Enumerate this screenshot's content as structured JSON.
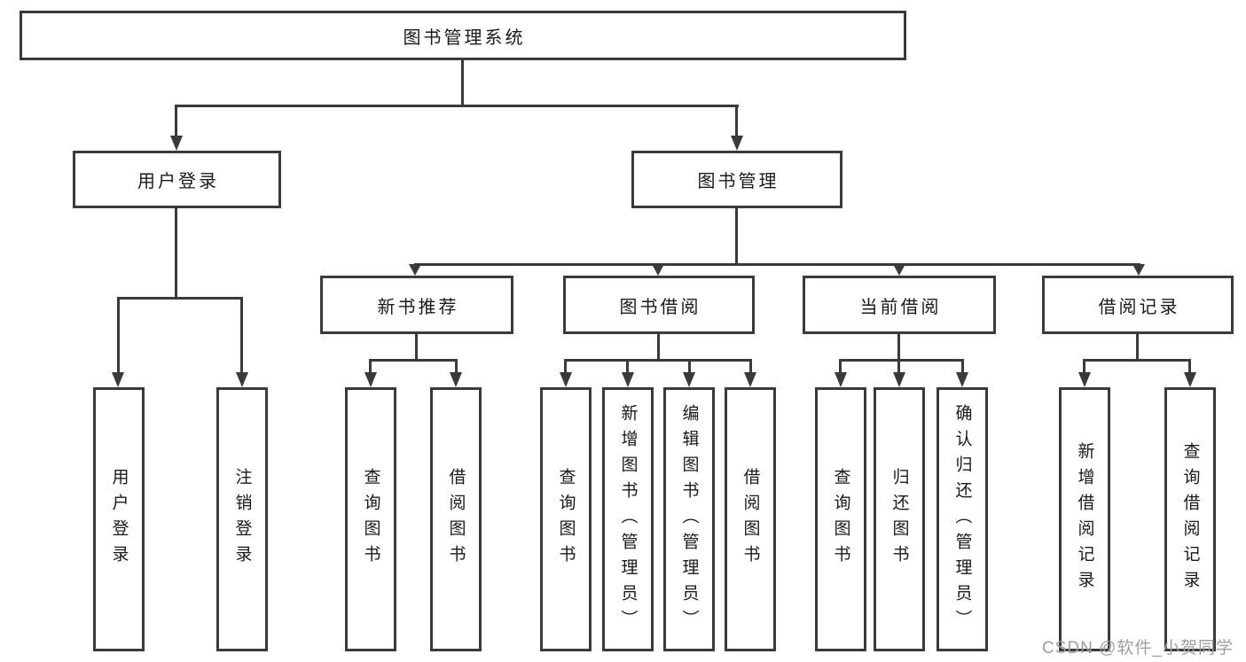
{
  "tree": {
    "label": "图书管理系统",
    "children": [
      {
        "label": "用户登录",
        "children": [
          {
            "label": "用户登录"
          },
          {
            "label": "注销登录"
          }
        ]
      },
      {
        "label": "图书管理",
        "children": [
          {
            "label": "新书推荐",
            "children": [
              {
                "label": "查询图书"
              },
              {
                "label": "借阅图书"
              }
            ]
          },
          {
            "label": "图书借阅",
            "children": [
              {
                "label": "查询图书"
              },
              {
                "label": "新增图书（管理员）"
              },
              {
                "label": "编辑图书（管理员）"
              },
              {
                "label": "借阅图书"
              }
            ]
          },
          {
            "label": "当前借阅",
            "children": [
              {
                "label": "查询图书"
              },
              {
                "label": "归还图书"
              },
              {
                "label": "确认归还（管理员）"
              }
            ]
          },
          {
            "label": "借阅记录",
            "children": [
              {
                "label": "新增借阅记录"
              },
              {
                "label": "查询借阅记录"
              }
            ]
          }
        ]
      }
    ]
  },
  "watermark": {
    "text": "CSDN @软件_小贺同学"
  },
  "colors": {
    "line": "#3a3a3a",
    "text": "#1a1a1a",
    "watermark": "#9e9e9e",
    "background": "#ffffff"
  }
}
